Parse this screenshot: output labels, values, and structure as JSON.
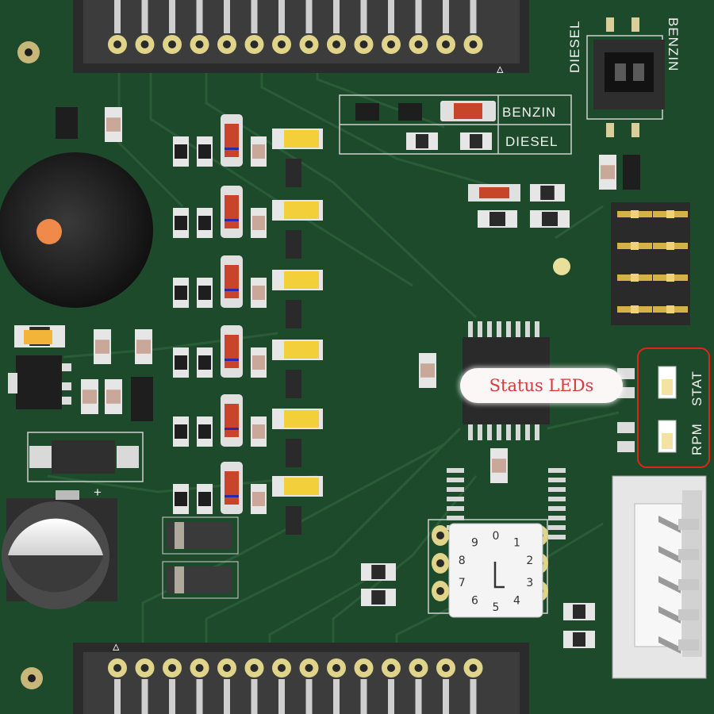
{
  "callout": {
    "text": "Status LEDs",
    "text_color": "#d63a3a",
    "background": "#fbf7f7"
  },
  "highlight": {
    "color": "#e02418"
  },
  "silkscreen": {
    "fuel_select_benzin": "BENZIN",
    "fuel_select_diesel": "DIESEL",
    "jumper_diesel": "DIESEL",
    "jumper_benzin": "BENZIN",
    "led_stat": "STAT",
    "led_rpm": "RPM",
    "pin1_marker": "▵",
    "polarity_plus": "+"
  },
  "rotary_switch": {
    "digits": [
      "0",
      "1",
      "2",
      "3",
      "4",
      "5",
      "6",
      "7",
      "8",
      "9"
    ]
  },
  "board_color": "#1e4a2c"
}
